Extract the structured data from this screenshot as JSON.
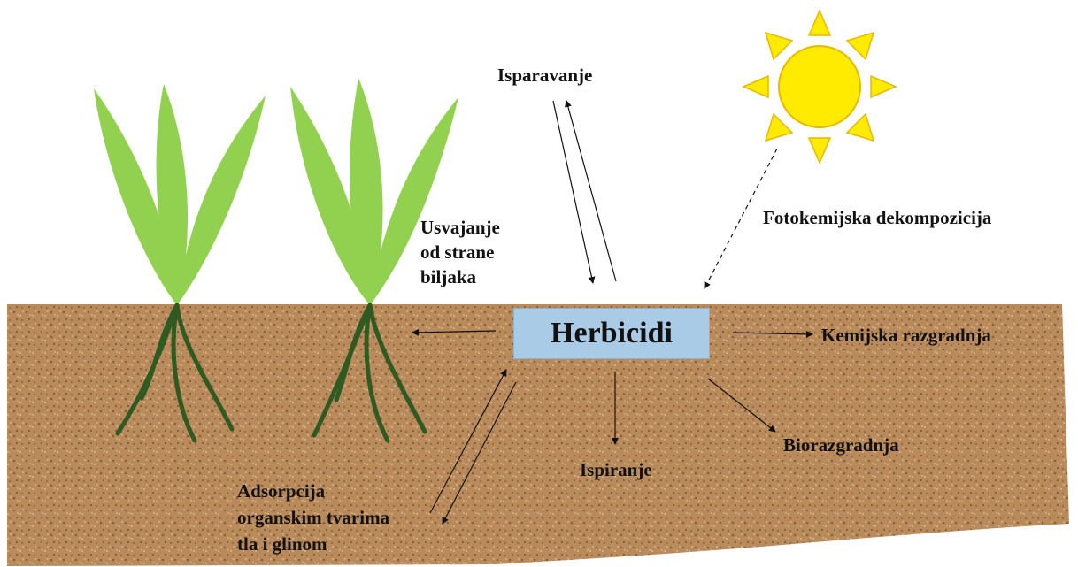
{
  "center": {
    "label": "Herbicidi"
  },
  "processes": {
    "evaporation": "Isparavanje",
    "photodecomposition": "Fotokemijska dekompozicija",
    "plant_uptake": [
      "Usvajanje",
      "od strane",
      "biljaka"
    ],
    "chemical_degradation": "Kemijska razgradnja",
    "biodegradation": "Biorazgradnja",
    "leaching": "Ispiranje",
    "adsorption": [
      "Adsorpcija",
      "organskim tvarima",
      "tla i glinom"
    ]
  },
  "colors": {
    "soil": "#b98a5c",
    "soil_dark": "#8a5e38",
    "leaf": "#92d050",
    "root": "#2f5a22",
    "sun": "#ffeb00",
    "sun_outline": "#e6b800",
    "herbicide_box": "#a9cbe6"
  }
}
